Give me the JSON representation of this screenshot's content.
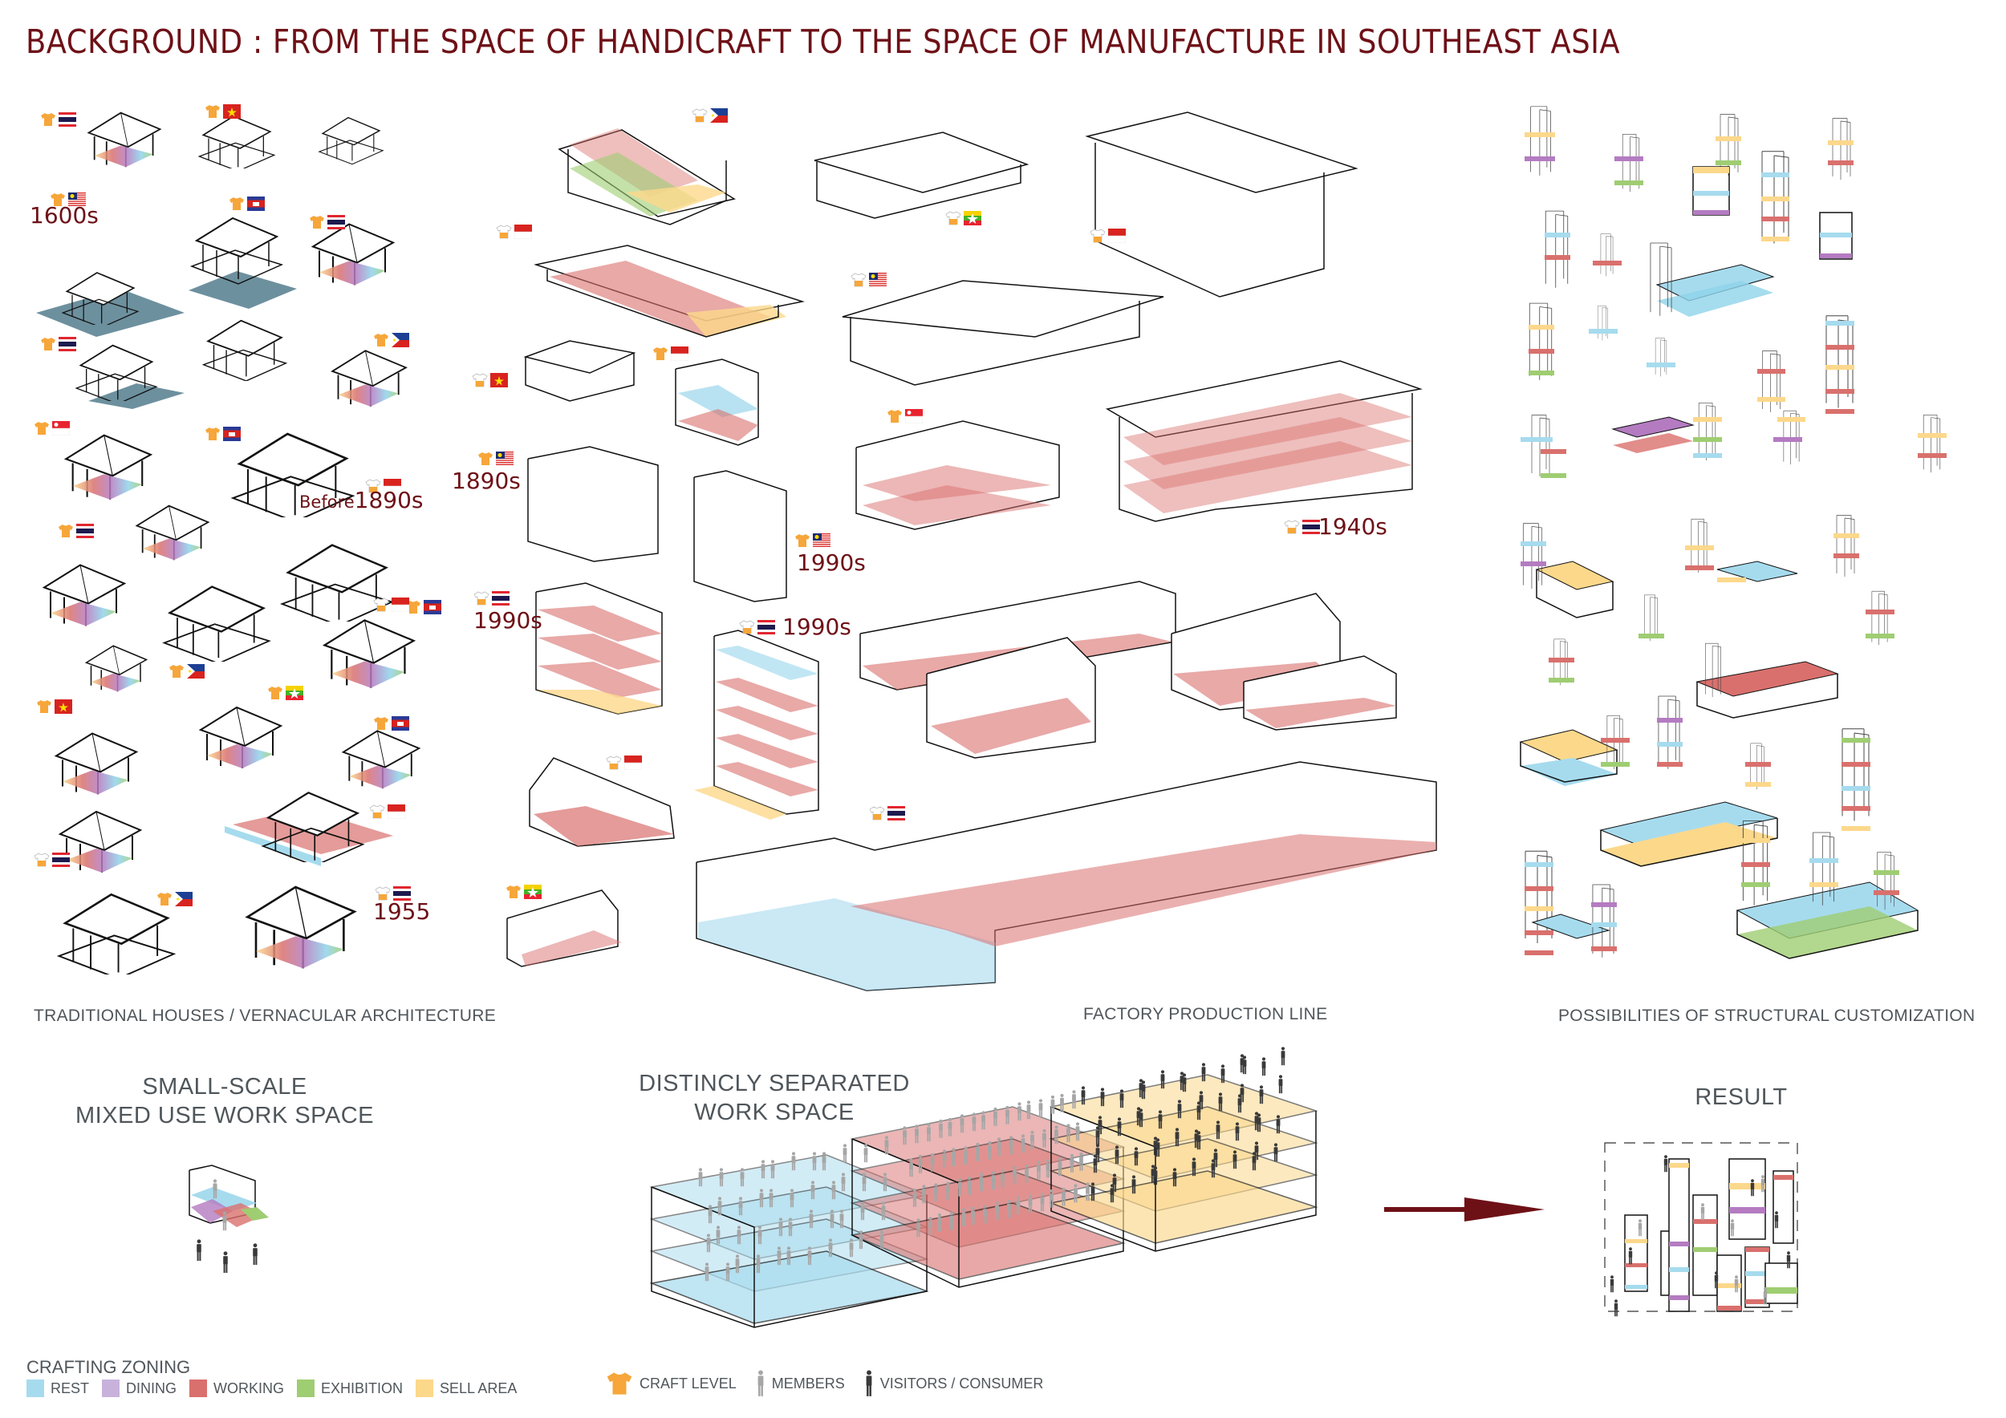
{
  "title": "BACKGROUND : FROM THE SPACE OF HANDICRAFT TO THE SPACE OF MANUFACTURE IN SOUTHEAST ASIA",
  "sections": {
    "traditional": {
      "caption": "TRADITIONAL HOUSES / VERNACULAR ARCHITECTURE",
      "years": [
        "1600s",
        "Before",
        "1890s",
        "1955"
      ],
      "countries": [
        "Thailand",
        "Vietnam",
        "Malaysia",
        "Cambodia",
        "Philippines",
        "Singapore",
        "Indonesia",
        "Myanmar"
      ]
    },
    "factory": {
      "caption": "FACTORY PRODUCTION LINE",
      "years": [
        "1890s",
        "1990s",
        "1990s",
        "1990s",
        "1940s"
      ]
    },
    "customization": {
      "caption": "POSSIBILITIES OF STRUCTURAL CUSTOMIZATION"
    }
  },
  "bottom": {
    "small_scale": {
      "line1": "SMALL-SCALE",
      "line2": "MIXED USE WORK SPACE"
    },
    "separated": {
      "line1": "DISTINCLY SEPARATED",
      "line2": "WORK SPACE"
    },
    "result": {
      "label": "RESULT"
    }
  },
  "legend": {
    "title": "CRAFTING ZONING",
    "zones": [
      {
        "label": "REST",
        "color": "#a6dbee"
      },
      {
        "label": "DINING",
        "color": "#c8b2dc"
      },
      {
        "label": "WORKING",
        "color": "#d9706d"
      },
      {
        "label": "EXHIBITION",
        "color": "#9fcd72"
      },
      {
        "label": "SELL AREA",
        "color": "#fcd88b"
      }
    ],
    "symbols": [
      {
        "label": "CRAFT LEVEL",
        "icon": "shirt-icon",
        "color": "#f6a63a"
      },
      {
        "label": "MEMBERS",
        "icon": "person-icon",
        "color": "#a6a6a6"
      },
      {
        "label": "VISITORS / CONSUMER",
        "icon": "person-icon",
        "color": "#3a3a3a"
      }
    ]
  },
  "colors": {
    "accent": "#6e1117",
    "text": "#4f565b",
    "water": "#5d8493"
  }
}
